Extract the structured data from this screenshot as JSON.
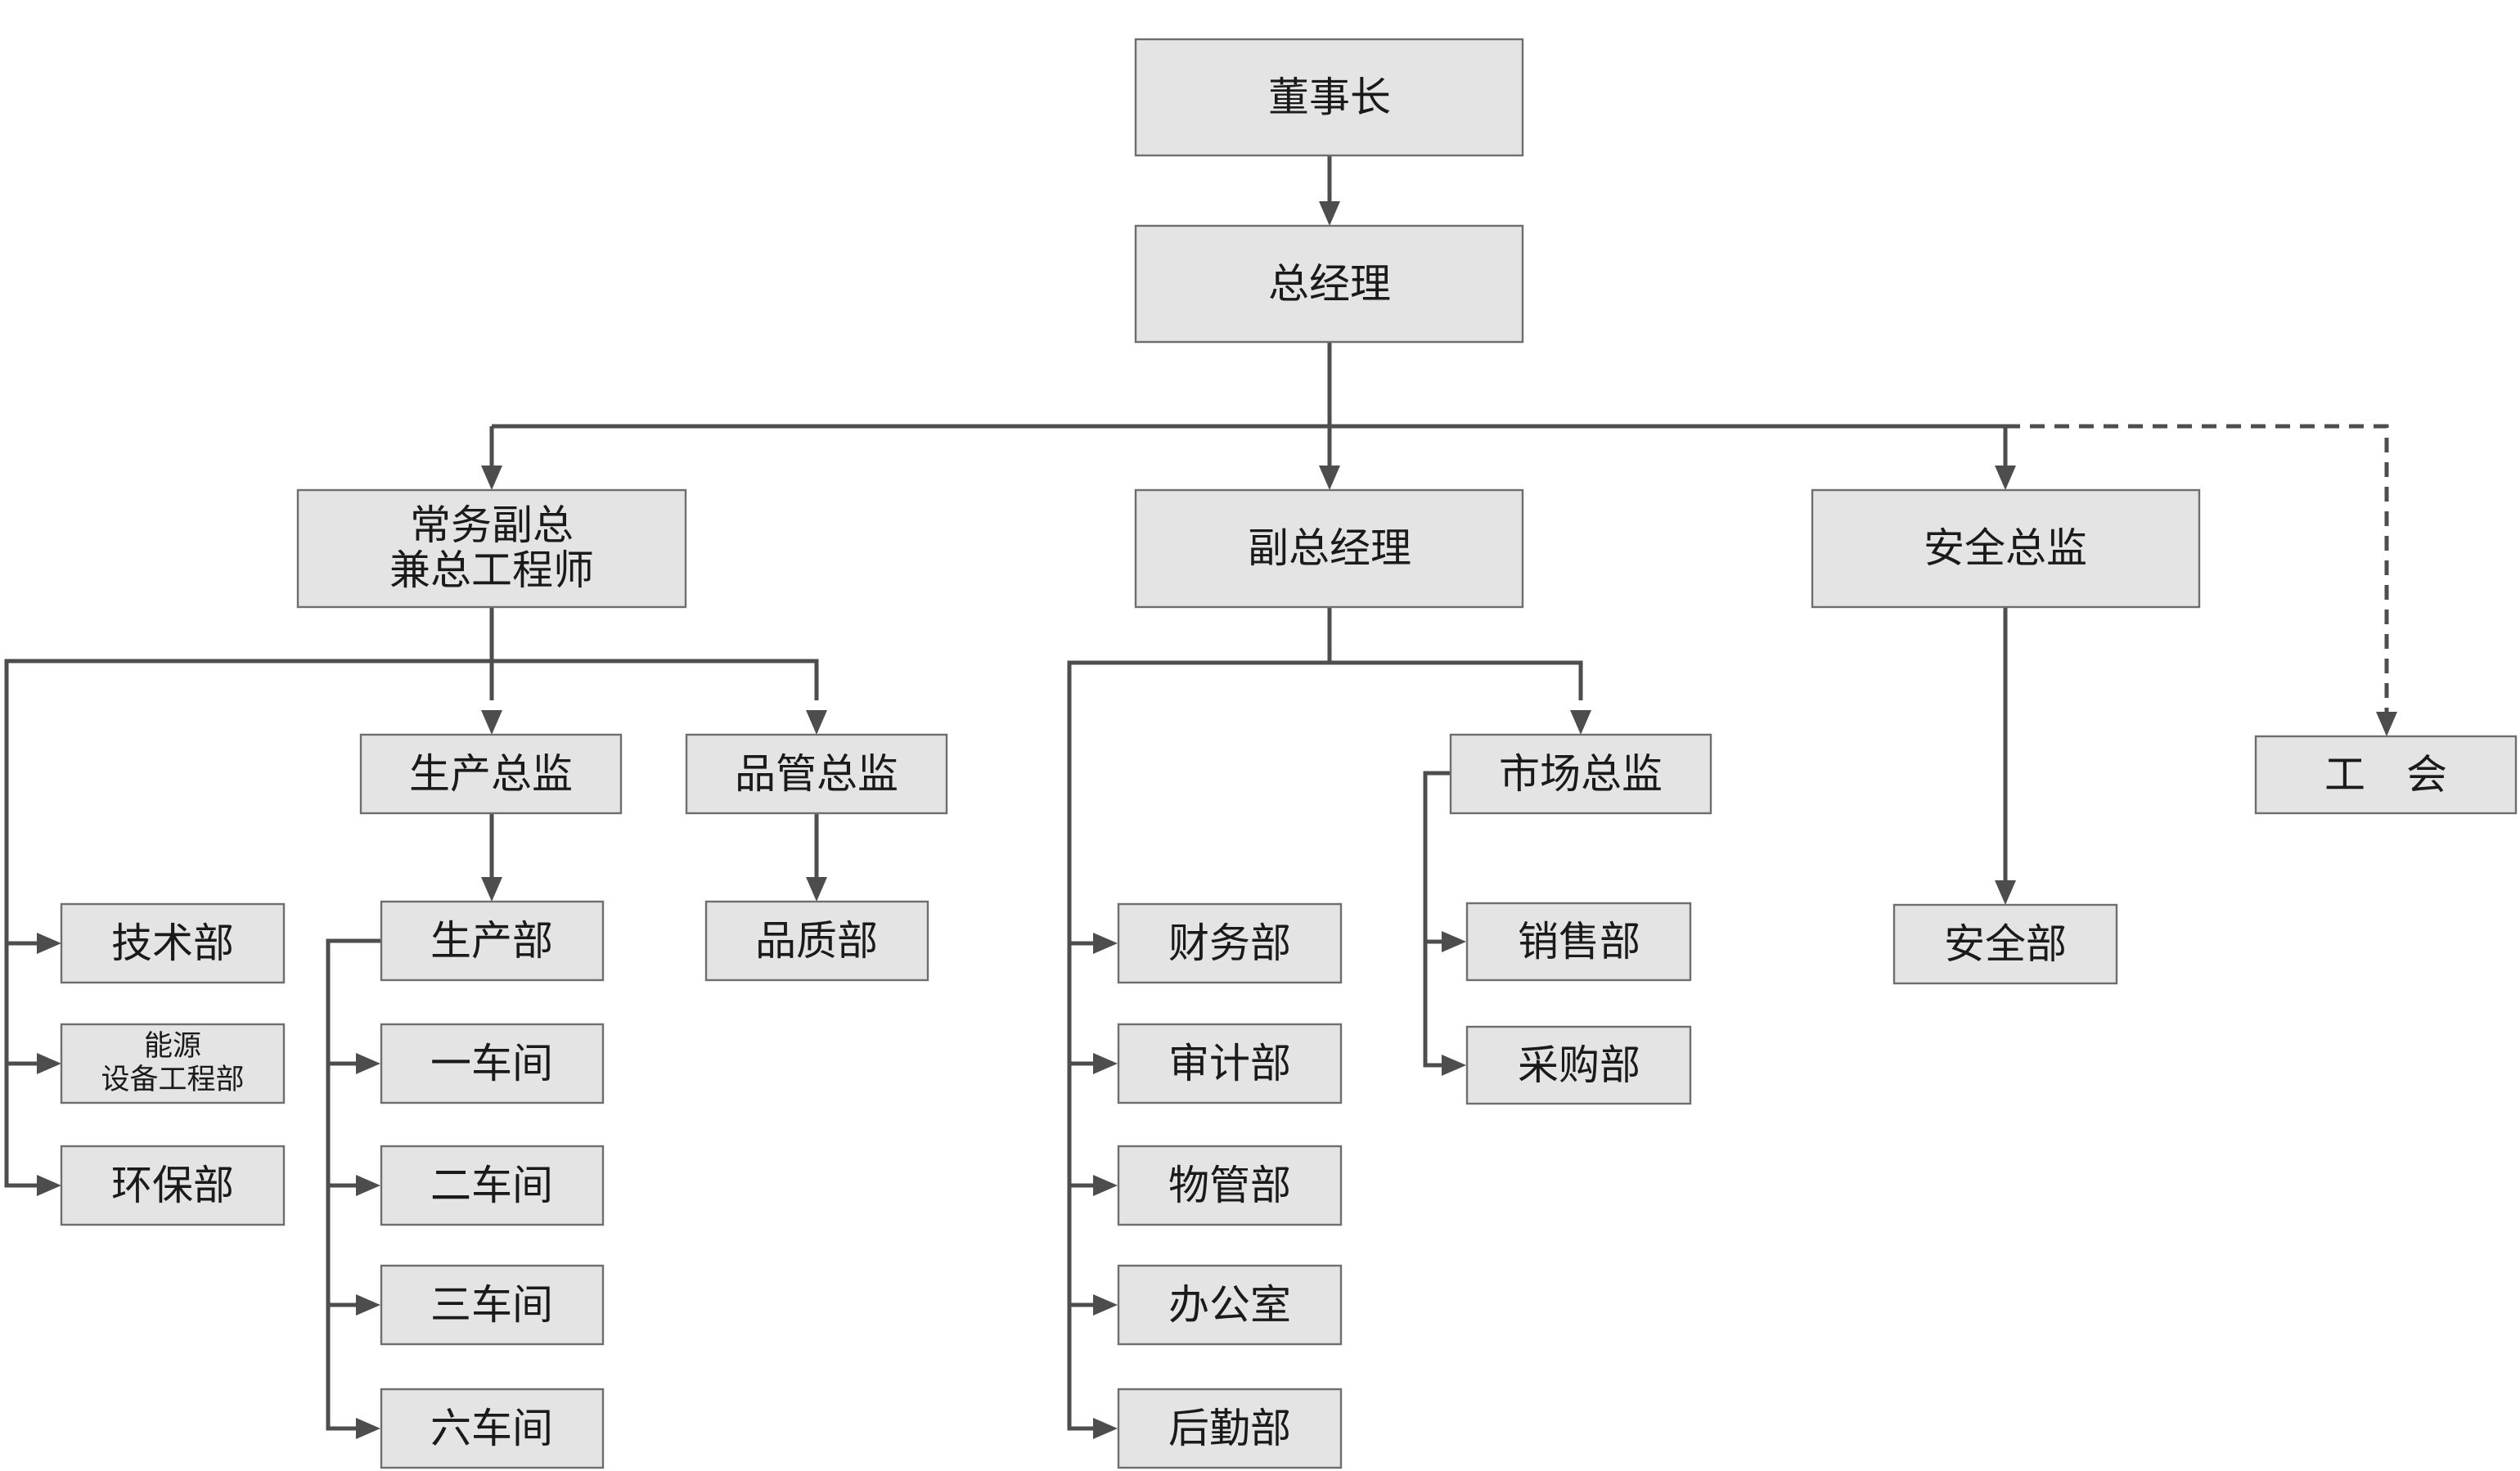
{
  "org_chart": {
    "chairman": "董事长",
    "general_manager": "总经理",
    "exec_vp": [
      "常务副总",
      "兼总工程师"
    ],
    "deputy_gm": "副总经理",
    "safety_director": "安全总监",
    "union": "工　会",
    "production_director": "生产总监",
    "quality_director": "品管总监",
    "marketing_director": "市场总监",
    "tech_dept": "技术部",
    "energy_dept": [
      "能源",
      "设备工程部"
    ],
    "env_dept": "环保部",
    "production_dept": "生产部",
    "workshop_1": "一车间",
    "workshop_2": "二车间",
    "workshop_3": "三车间",
    "workshop_6": "六车间",
    "quality_dept": "品质部",
    "finance_dept": "财务部",
    "audit_dept": "审计部",
    "materials_dept": "物管部",
    "office": "办公室",
    "logistics_dept": "后勤部",
    "sales_dept": "销售部",
    "purchasing_dept": "采购部",
    "safety_dept": "安全部"
  }
}
